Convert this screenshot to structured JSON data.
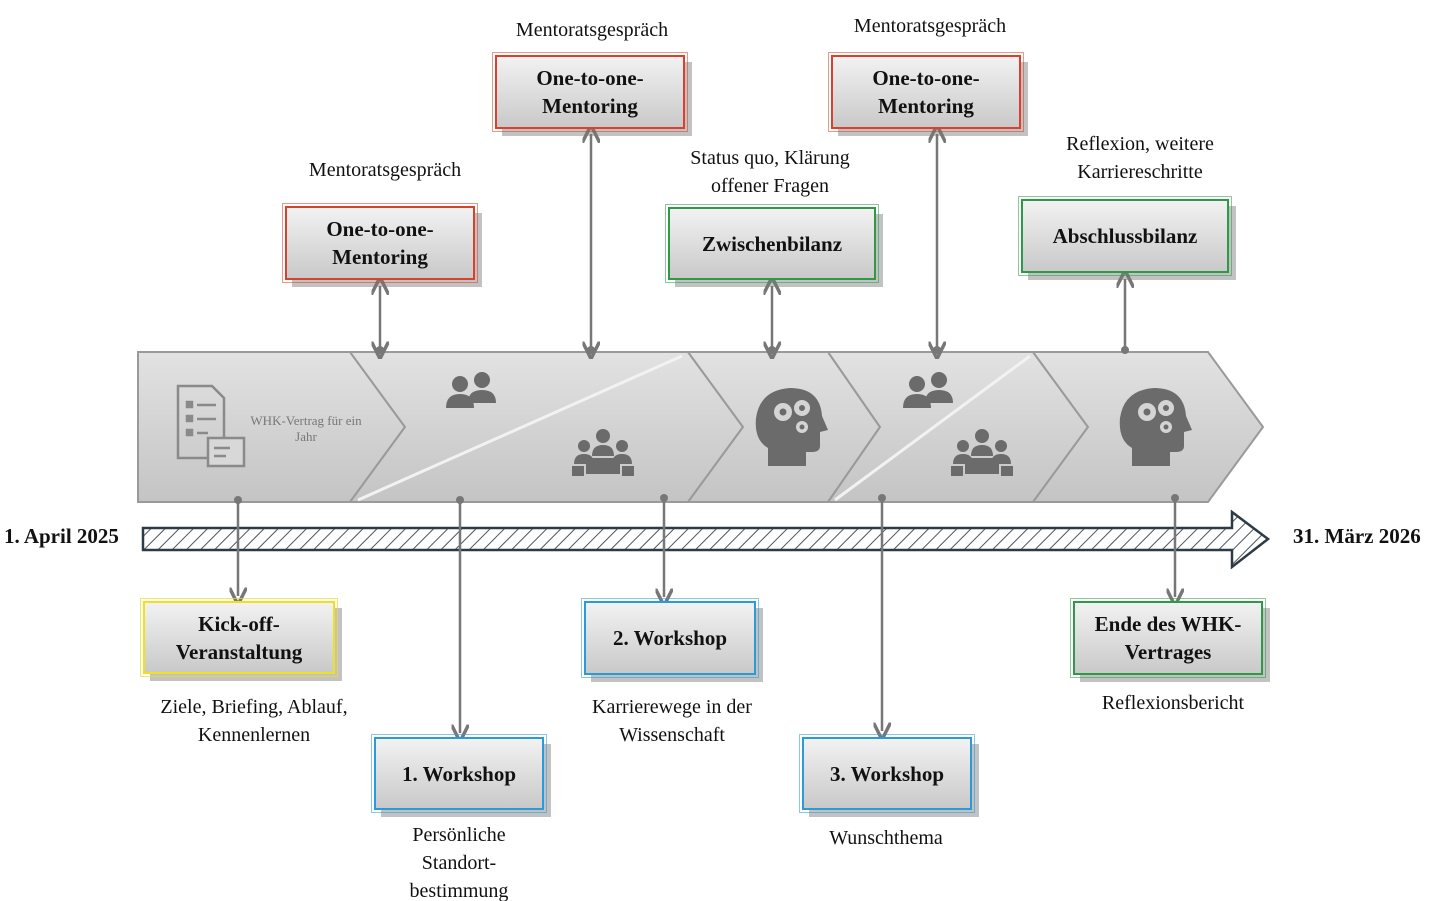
{
  "timeline": {
    "start_date": "1. April 2025",
    "end_date": "31. März 2026"
  },
  "contract_note": "WHK-Vertrag für ein Jahr",
  "top_boxes": [
    {
      "title_line1": "One-to-one-",
      "title_line2": "Mentoring",
      "caption": "Mentoratsgespräch"
    },
    {
      "title_line1": "One-to-one-",
      "title_line2": "Mentoring",
      "caption": "Mentoratsgespräch"
    },
    {
      "title": "Zwischenbilanz",
      "caption_line1": "Status quo, Klärung",
      "caption_line2": "offener Fragen"
    },
    {
      "title_line1": "One-to-one-",
      "title_line2": "Mentoring",
      "caption": "Mentoratsgespräch"
    },
    {
      "title": "Abschlussbilanz",
      "caption_line1": "Reflexion, weitere",
      "caption_line2": "Karriereschritte"
    }
  ],
  "bottom_boxes": [
    {
      "title_line1": "Kick-off-",
      "title_line2": "Veranstaltung",
      "caption_line1": "Ziele, Briefing, Ablauf,",
      "caption_line2": "Kennenlernen"
    },
    {
      "title": "1. Workshop",
      "caption_line1": "Persönliche",
      "caption_line2": "Standort-",
      "caption_line3": "bestimmung"
    },
    {
      "title": "2. Workshop",
      "caption_line1": "Karrierewege in der",
      "caption_line2": "Wissenschaft"
    },
    {
      "title": "3. Workshop",
      "caption": "Wunschthema"
    },
    {
      "title_line1": "Ende des WHK-",
      "title_line2": "Vertrages",
      "caption": "Reflexionsbericht"
    }
  ],
  "colors": {
    "mentoring": "#d9412b",
    "bilanz": "#2e9a48",
    "workshop": "#2a9ad8",
    "kickoff": "#f0e020",
    "arrow": "#777777",
    "chevron_fill": "#d4d4d4",
    "icon": "#6b6b6b"
  },
  "icons": [
    "document-list-icon",
    "people-pair-icon",
    "meeting-table-icon",
    "head-gears-icon"
  ]
}
